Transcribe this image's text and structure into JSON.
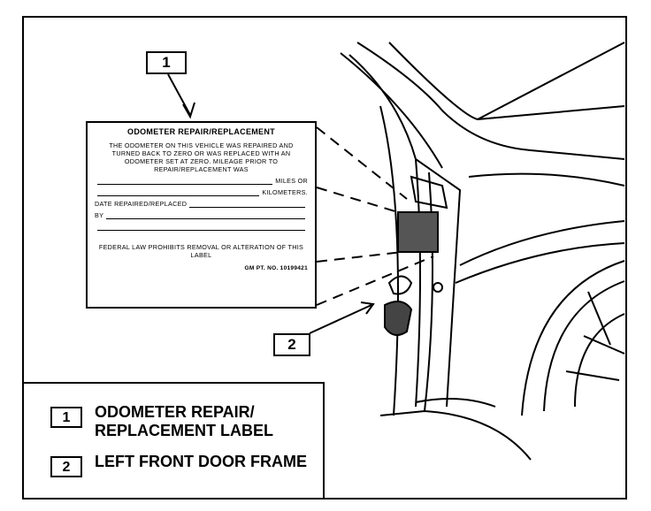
{
  "callouts": {
    "one": "1",
    "two": "2"
  },
  "label_card": {
    "title": "ODOMETER REPAIR/REPLACEMENT",
    "body": "THE ODOMETER ON THIS VEHICLE WAS REPAIRED AND TURNED BACK TO ZERO OR WAS REPLACED WITH AN ODOMETER SET AT ZERO. MILEAGE PRIOR TO REPAIR/REPLACEMENT WAS",
    "miles_or": "MILES OR",
    "kilometers": "KILOMETERS.",
    "date_label": "DATE REPAIRED/REPLACED",
    "by_label": "BY",
    "warning": "FEDERAL LAW PROHIBITS REMOVAL OR ALTERATION OF THIS LABEL",
    "part_no": "GM PT. NO. 10199421"
  },
  "legend": {
    "items": [
      {
        "num": "1",
        "text": "ODOMETER REPAIR/ REPLACEMENT LABEL"
      },
      {
        "num": "2",
        "text": "LEFT FRONT DOOR FRAME"
      }
    ]
  }
}
